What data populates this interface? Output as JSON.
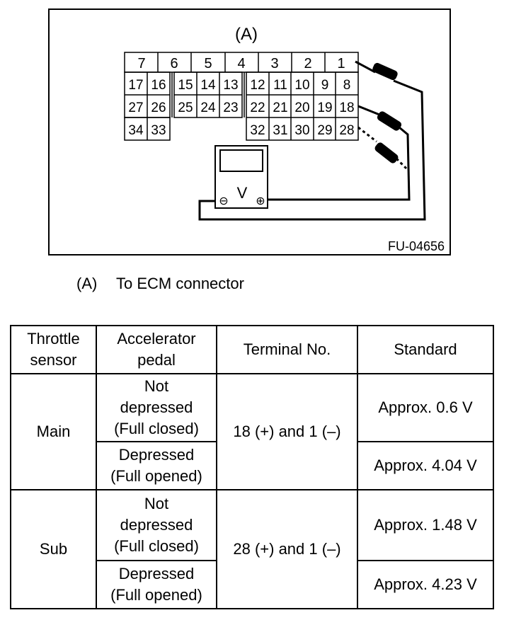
{
  "figure": {
    "label": "(A)",
    "code": "FU-04656",
    "connector_top_row": [
      "7",
      "6",
      "5",
      "4",
      "3",
      "2",
      "1"
    ],
    "connector_row2": [
      "17",
      "16",
      "15",
      "14",
      "13",
      "12",
      "11",
      "10",
      "9",
      "8"
    ],
    "connector_row3": [
      "27",
      "26",
      "25",
      "24",
      "23",
      "22",
      "21",
      "20",
      "19",
      "18"
    ],
    "connector_row4_left": [
      "34",
      "33"
    ],
    "connector_row4_right": [
      "32",
      "31",
      "30",
      "29",
      "28"
    ],
    "meter_label": "V",
    "meter_neg": "⊖",
    "meter_pos": "⊕"
  },
  "caption": {
    "key": "(A)",
    "text": "To ECM connector"
  },
  "table": {
    "headers": {
      "throttle": [
        "Throttle",
        "sensor"
      ],
      "pedal": [
        "Accelerator",
        "pedal"
      ],
      "terminal": "Terminal No.",
      "standard": "Standard"
    },
    "groups": [
      {
        "sensor": "Main",
        "terminal": "18 (+) and 1 (–)",
        "rows": [
          {
            "pedal": [
              "Not",
              "depressed",
              "(Full closed)"
            ],
            "standard": "Approx. 0.6 V"
          },
          {
            "pedal": [
              "Depressed",
              "(Full opened)"
            ],
            "standard": "Approx. 4.04 V"
          }
        ]
      },
      {
        "sensor": "Sub",
        "terminal": "28 (+) and 1 (–)",
        "rows": [
          {
            "pedal": [
              "Not",
              "depressed",
              "(Full closed)"
            ],
            "standard": "Approx. 1.48 V"
          },
          {
            "pedal": [
              "Depressed",
              "(Full opened)"
            ],
            "standard": "Approx. 4.23 V"
          }
        ]
      }
    ]
  }
}
